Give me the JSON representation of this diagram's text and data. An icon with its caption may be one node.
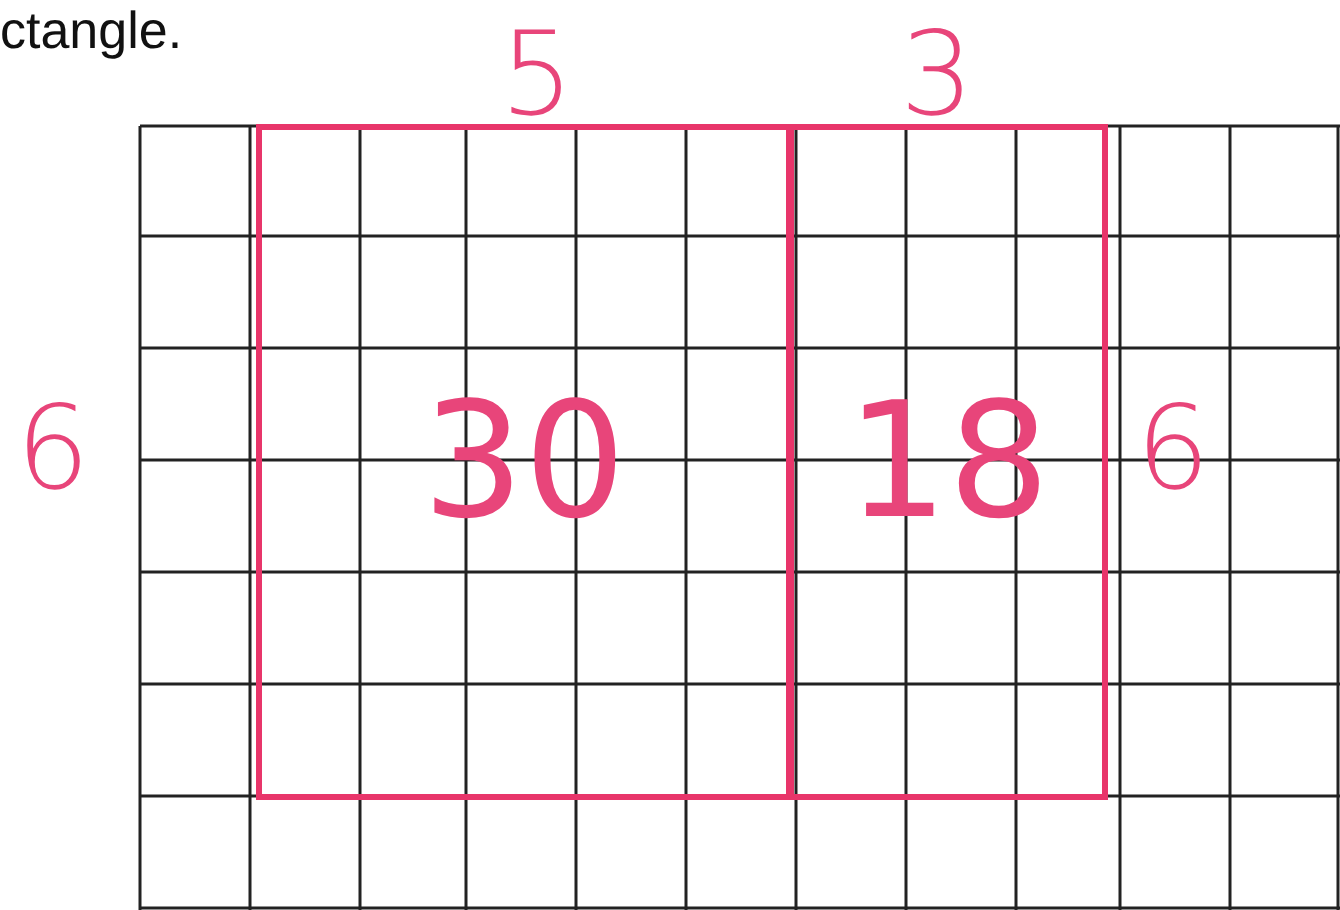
{
  "diagram": {
    "nodes": [
      {
        "text": [
          "30"
        ]
      },
      {
        "text": [
          "18"
        ]
      }
    ],
    "labels": [
      "ctangle.",
      "5",
      "3",
      "6",
      "6"
    ]
  }
}
